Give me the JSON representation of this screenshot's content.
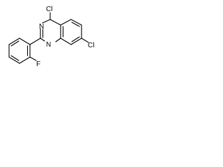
{
  "molecule": {
    "atoms": {
      "cl_top": "Cl",
      "cl_right": "Cl",
      "n_top": "N",
      "n_bottom": "N",
      "fluorine": "F"
    }
  }
}
